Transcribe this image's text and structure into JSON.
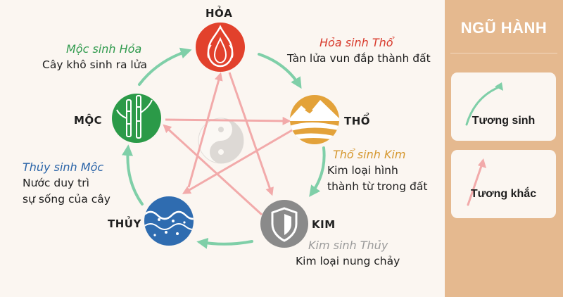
{
  "diagram": {
    "elements": {
      "hoa": "HỎA",
      "tho": "THỔ",
      "kim": "KIM",
      "thuy": "THỦY",
      "moc": "MỘC"
    },
    "captions": {
      "moc_hoa": {
        "title": "Mộc sinh Hỏa",
        "desc": "Cây khô sinh ra lửa",
        "color": "#2f9a4d"
      },
      "hoa_tho": {
        "title": "Hỏa sinh Thổ",
        "desc": "Tàn lửa vun đắp thành đất",
        "color": "#d83a2c"
      },
      "tho_kim": {
        "title": "Thổ sinh Kim",
        "desc_line1": "Kim loại hình",
        "desc_line2": "thành từ trong đất",
        "color": "#d5972e"
      },
      "kim_thuy": {
        "title": "Kim sinh Thủy",
        "desc": "Kim loại nung chảy",
        "color": "#9b9b9b"
      },
      "thuy_moc": {
        "title": "Thủy sinh Mộc",
        "desc_line1": "Nước duy trì",
        "desc_line2": "sự sống của cây",
        "color": "#2a64a8"
      }
    },
    "colors": {
      "generating_arrow": "#7fcfa8",
      "controlling_arrow": "#f2aaaa",
      "fire": "#e2412c",
      "earth": "#e3a23a",
      "metal": "#8a8a8a",
      "water": "#2f6cb0",
      "wood": "#2b9a48"
    }
  },
  "legend": {
    "title": "NGŨ HÀNH",
    "generating_label": "Tương sinh",
    "controlling_label": "Tương khắc"
  }
}
